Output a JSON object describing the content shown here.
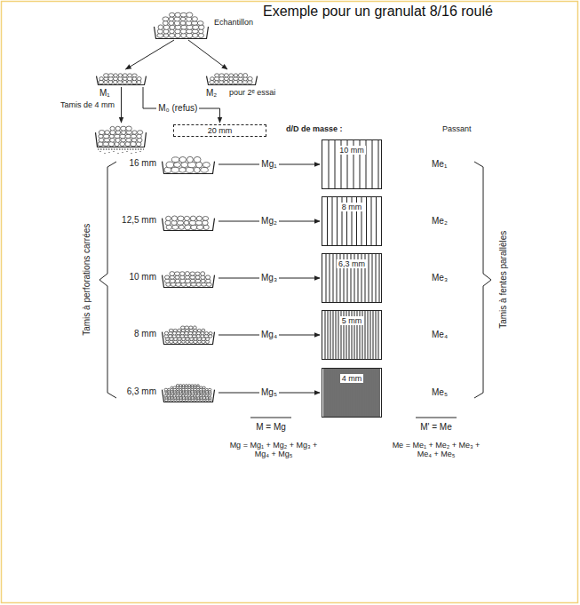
{
  "diagram": {
    "title": "Exemple pour un granulat 8/16 roulé",
    "nodes": [
      {
        "text": [
          "Echantillon"
        ]
      },
      {
        "text": [
          "M₁"
        ]
      },
      {
        "text": [
          "M₂",
          "pour 2ᵉ essai"
        ]
      },
      {
        "text": [
          "Tamis de 4 mm"
        ]
      },
      {
        "text": [
          "20 mm"
        ]
      },
      {
        "text": [
          "16 mm"
        ]
      },
      {
        "text": [
          "10 mm"
        ]
      },
      {
        "text": [
          "12,5 mm"
        ]
      },
      {
        "text": [
          "8 mm"
        ]
      },
      {
        "text": [
          "10 mm"
        ]
      },
      {
        "text": [
          "6,3 mm"
        ]
      },
      {
        "text": [
          "8 mm"
        ]
      },
      {
        "text": [
          "5 mm"
        ]
      },
      {
        "text": [
          "6,3 mm"
        ]
      },
      {
        "text": [
          "4 mm"
        ]
      }
    ],
    "edges": [
      {
        "from": 0,
        "to": 1,
        "arrow": "to"
      },
      {
        "from": 0,
        "to": 2,
        "arrow": "to"
      },
      {
        "from": 1,
        "to": 3,
        "arrow": "to"
      },
      {
        "from": 1,
        "to": 4,
        "arrow": "to",
        "label": "M₀ (refus)"
      },
      {
        "from": 5,
        "to": 6,
        "arrow": "to",
        "label": "Mg₁"
      },
      {
        "from": 7,
        "to": 8,
        "arrow": "to",
        "label": "Mg₂"
      },
      {
        "from": 9,
        "to": 10,
        "arrow": "to",
        "label": "Mg₃"
      },
      {
        "from": 11,
        "to": 12,
        "arrow": "to",
        "label": "Mg₄"
      },
      {
        "from": 13,
        "to": 14,
        "arrow": "to",
        "label": "Mg₅"
      }
    ],
    "labels": [
      "d/D de masse :",
      "Passant",
      "Tamis à perforations carrées",
      "Tamis à fentes parallèles",
      "Me₁",
      "Me₂",
      "Me₃",
      "Me₄",
      "Me₅",
      "M = Mg",
      "M' = Me",
      "Mg = Mg₁ + Mg₂ + Mg₃ + Mg₄ + Mg₅",
      "Me = Me₁ + Me₂ + Me₃ + Me₄ + Me₅"
    ]
  }
}
